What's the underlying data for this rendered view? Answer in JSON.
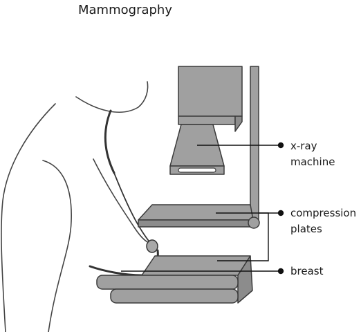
{
  "title": "Mammography",
  "labels": {
    "xray_line1": "x-ray",
    "xray_line2": "machine",
    "compression_line1": "compression",
    "compression_line2": "plates",
    "breast": "breast"
  },
  "colors": {
    "machine_fill": "#a0a0a0",
    "machine_dark": "#8c8c8c",
    "stroke": "#3a3a3a",
    "body_outline": "#444444",
    "text": "#1a1a1a"
  }
}
